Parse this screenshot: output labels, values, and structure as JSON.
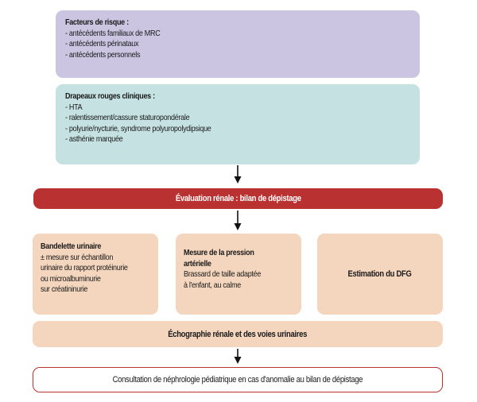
{
  "diagram": {
    "risk_factors": {
      "title": "Facteurs de risque :",
      "items": [
        "- antécédents familiaux de MRC",
        "- antécédents périnataux",
        "- antécédents personnels"
      ],
      "color": "#cbc5e2"
    },
    "red_flags": {
      "title": "Drapeaux rouges cliniques :",
      "items": [
        "- HTA",
        "- ralentissement/cassure staturopondérale",
        "- polyurie/nycturie, syndrome polyuropolydipsique",
        "- asthénie marquée"
      ],
      "color": "#c5e1e1"
    },
    "evaluation": {
      "label": "Évaluation rénale : bilan de dépistage",
      "color": "#b93131"
    },
    "urine_strip": {
      "title": "Bandelette urinaire",
      "lines": [
        "± mesure sur échantillon",
        "urinaire du rapport protéinurie",
        "ou microalbuminurie",
        "sur créatininurie"
      ]
    },
    "blood_pressure": {
      "title_lines": [
        "Mesure de la pression",
        "artérielle"
      ],
      "lines": [
        "Brassard de taille adaptée",
        "à l'enfant, au calme"
      ]
    },
    "gfr": {
      "label": "Estimation du DFG"
    },
    "ultrasound": {
      "label": "Échographie rénale et des voies urinaires"
    },
    "consultation": {
      "label": "Consultation de néphrologie pédiatrique en cas d'anomalie au bilan de dépistage",
      "border_color": "#b93131"
    },
    "box_color": "#f4d5bd"
  }
}
